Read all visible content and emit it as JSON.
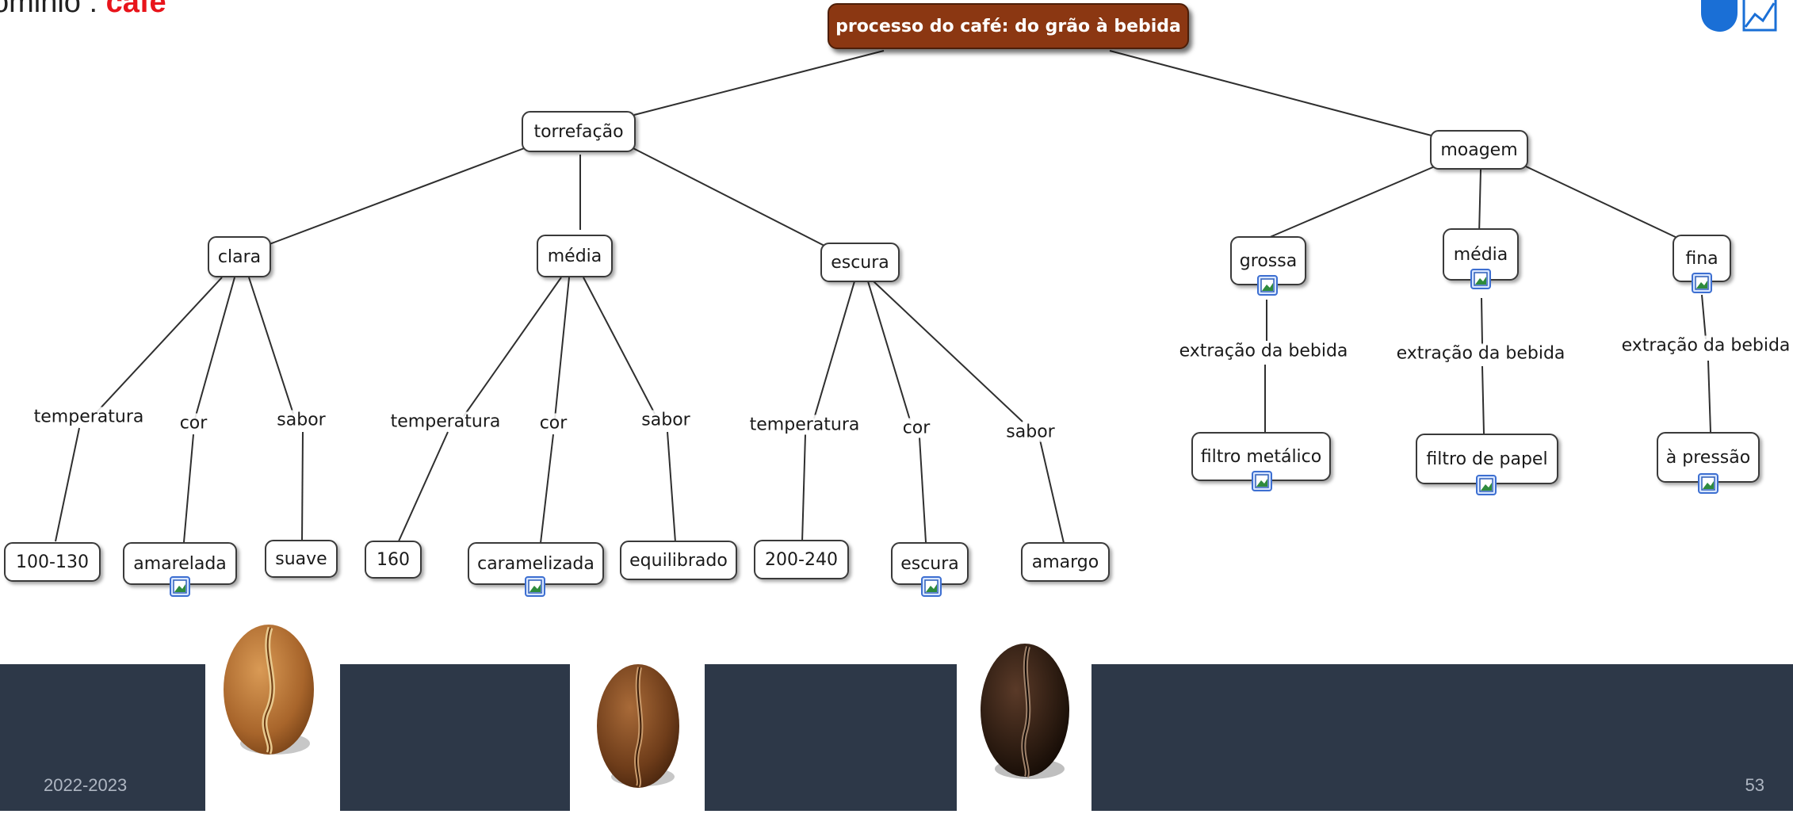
{
  "slide": {
    "heading_prefix": "ominio : ",
    "heading_keyword": "café",
    "footer_year": "2022-2023",
    "page_number": "53"
  },
  "concept_map": {
    "root": "processo do café: do grão à bebida",
    "nodes": {
      "torrefacao": "torrefação",
      "moagem": "moagem",
      "clara": "clara",
      "media_torra": "média",
      "escura_torra": "escura",
      "grossa": "grossa",
      "media_moagem": "média",
      "fina": "fina",
      "c_100_130": "100-130",
      "amarelada": "amarelada",
      "suave": "suave",
      "c_160": "160",
      "caramelizada": "caramelizada",
      "equilibrado": "equilibrado",
      "c_200_240": "200-240",
      "escura_cor": "escura",
      "amargo": "amargo",
      "filtro_metalico": "filtro metálico",
      "filtro_papel": "filtro de papel",
      "pressao": "à pressão"
    },
    "link_labels": {
      "clara_temperatura": "temperatura",
      "clara_cor": "cor",
      "clara_sabor": "sabor",
      "media_temperatura": "temperatura",
      "media_cor": "cor",
      "media_sabor": "sabor",
      "escura_temperatura": "temperatura",
      "escura_cor": "cor",
      "escura_sabor": "sabor",
      "grossa_extracao": "extração da bebida",
      "media_extracao": "extração da bebida",
      "fina_extracao": "extração da bebida"
    }
  },
  "colors": {
    "root_fill": "#8b3712",
    "heading_keyword": "#e8141b",
    "footer_band": "#2d3848"
  },
  "icons": [
    "image-attachment-icon",
    "logo-icon",
    "coffee-bean-light",
    "coffee-bean-medium",
    "coffee-bean-dark"
  ]
}
